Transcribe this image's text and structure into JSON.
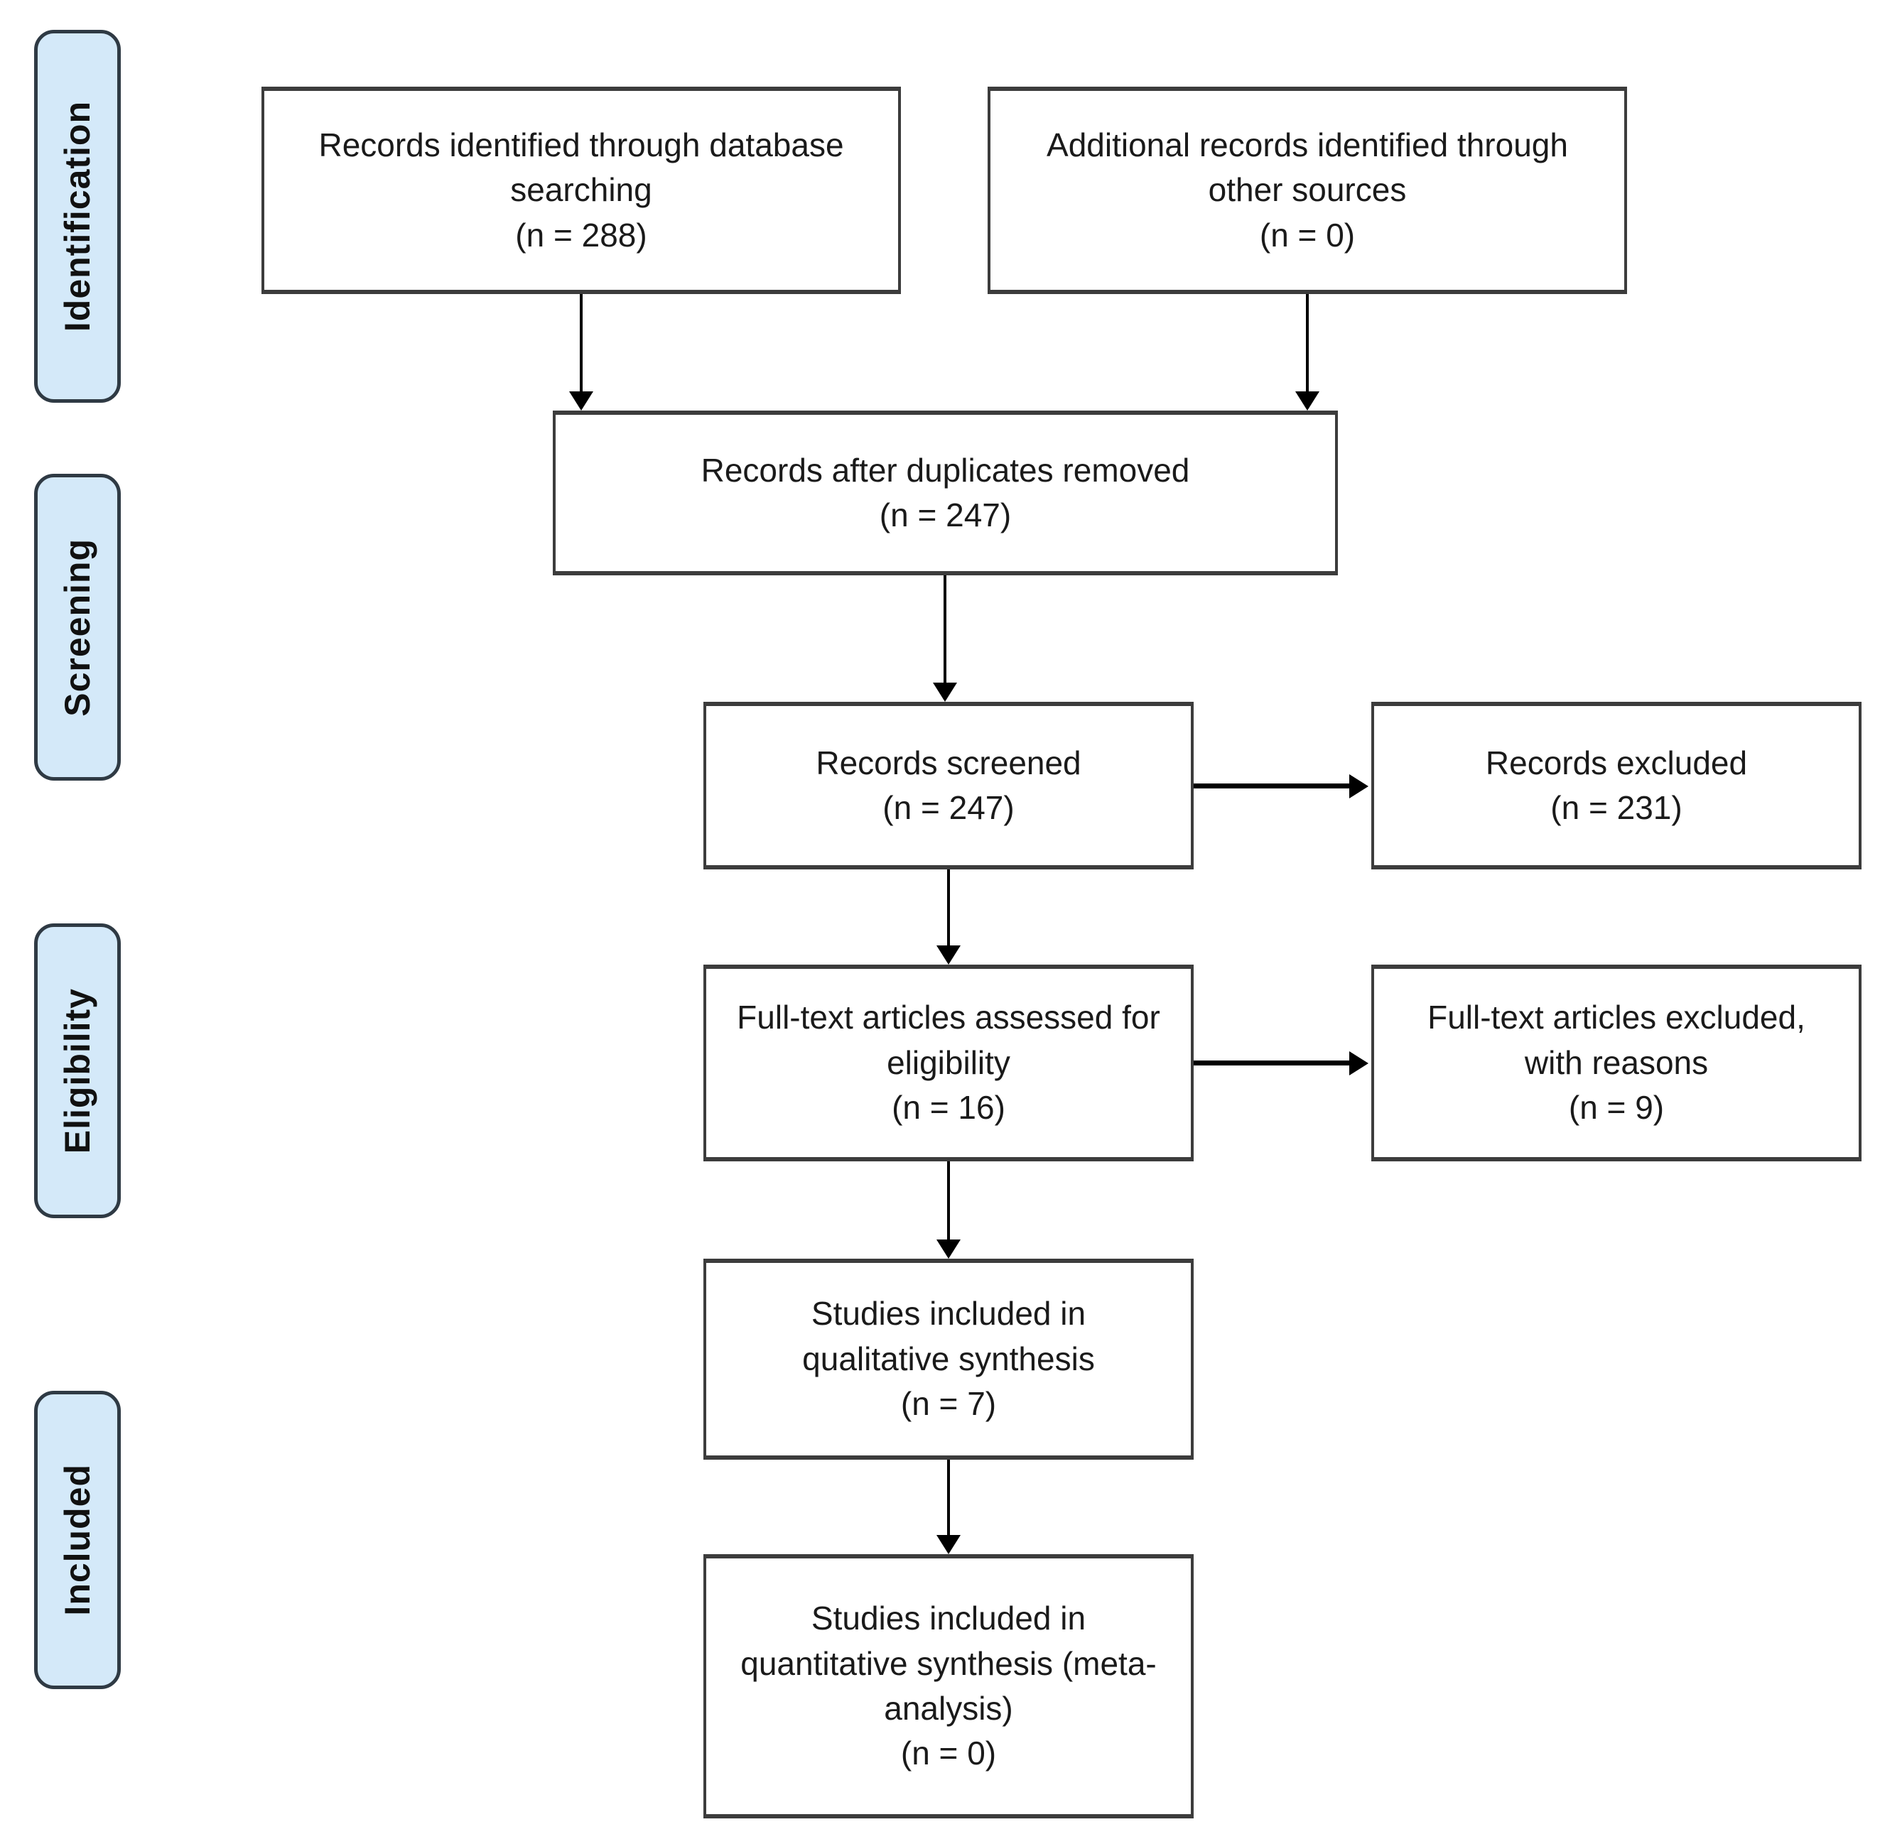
{
  "diagram": {
    "type": "prisma-flow",
    "stages": [
      {
        "id": "identification",
        "label": "Identification"
      },
      {
        "id": "screening",
        "label": "Screening"
      },
      {
        "id": "eligibility",
        "label": "Eligibility"
      },
      {
        "id": "included",
        "label": "Included"
      }
    ],
    "boxes": {
      "identified": {
        "text": "Records identified through database searching",
        "n": "(n = 288)"
      },
      "additional": {
        "text": "Additional records identified through other sources",
        "n": "(n = 0)"
      },
      "deduplicated": {
        "text": "Records after duplicates removed",
        "n": "(n = 247)"
      },
      "screened": {
        "text": "Records screened",
        "n": "(n = 247)"
      },
      "records_excluded": {
        "text": "Records excluded",
        "n": "(n = 231)"
      },
      "fulltext_assessed": {
        "text": "Full-text articles assessed for eligibility",
        "n": "(n = 16)"
      },
      "fulltext_excluded": {
        "text": "Full-text articles excluded, with reasons",
        "n": "(n = 9)"
      },
      "qualitative": {
        "text": "Studies included in qualitative synthesis",
        "n": "(n = 7)"
      },
      "quantitative": {
        "text": "Studies included in quantitative synthesis (meta-analysis)",
        "n": "(n = 0)"
      }
    }
  },
  "colors": {
    "stage_fill": "#d4e9f9",
    "stage_border": "#2f3a44",
    "box_border": "#3c3c3c",
    "arrow": "#000000",
    "background": "#ffffff",
    "text": "#1a1a1a"
  }
}
